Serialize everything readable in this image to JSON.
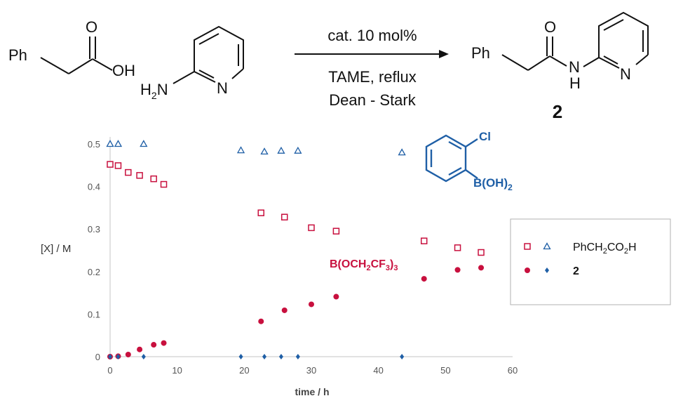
{
  "scheme": {
    "reactant1": {
      "ph": "Ph",
      "o": "O",
      "oh": "OH"
    },
    "reactant2": {
      "h": "H",
      "h_sub": "2",
      "n_amine": "N",
      "n_ring": "N"
    },
    "arrow": {
      "above": "cat. 10 mol%",
      "below1": "TAME, reflux",
      "below2": "Dean - Stark"
    },
    "product": {
      "ph": "Ph",
      "o": "O",
      "n": "N",
      "h": "H",
      "n_ring": "N",
      "label": "2"
    }
  },
  "chart_data": {
    "type": "scatter",
    "xlabel": "time / h",
    "ylabel": "[X] / M",
    "xlim": [
      0,
      60
    ],
    "ylim": [
      0,
      0.5
    ],
    "xticks": [
      "0",
      "10",
      "20",
      "30",
      "40",
      "50",
      "60"
    ],
    "yticks": [
      "0",
      "0.1",
      "0.2",
      "0.3",
      "0.4",
      "0.5"
    ],
    "legend_position": "right",
    "legend": {
      "row1": "PhCH2CO2H",
      "row2": "2"
    },
    "catalysts": {
      "boronic": {
        "cl": "Cl",
        "b": "B(OH)",
        "sub": "2",
        "color": "#1f5fa6"
      },
      "borate": {
        "t1": "B(OCH",
        "s1": "2",
        "t2": "CF",
        "s2": "3",
        "t3": ")",
        "s3": "3",
        "color": "#c8103e"
      }
    },
    "series": [
      {
        "catalyst": "boronic",
        "quantity": "acid",
        "marker": "triangle-open",
        "color": "#1f5fa6",
        "x": [
          0,
          1.2,
          5,
          19.5,
          23,
          25.5,
          28,
          43.5
        ],
        "y": [
          0.5,
          0.5,
          0.5,
          0.485,
          0.482,
          0.484,
          0.484,
          0.48
        ]
      },
      {
        "catalyst": "borate",
        "quantity": "acid",
        "marker": "square-open",
        "color": "#c8103e",
        "x": [
          0,
          1.2,
          2.7,
          4.4,
          6.5,
          8,
          22.5,
          26,
          30,
          33.7,
          46.8,
          51.8,
          55.3
        ],
        "y": [
          0.452,
          0.449,
          0.433,
          0.426,
          0.418,
          0.405,
          0.338,
          0.328,
          0.303,
          0.295,
          0.272,
          0.256,
          0.245
        ]
      },
      {
        "catalyst": "borate",
        "quantity": "2",
        "marker": "circle",
        "color": "#c8103e",
        "x": [
          0,
          1.2,
          2.7,
          4.4,
          6.5,
          8,
          22.5,
          26,
          30,
          33.7,
          46.8,
          51.8,
          55.3
        ],
        "y": [
          0,
          0.001,
          0.005,
          0.017,
          0.028,
          0.032,
          0.083,
          0.109,
          0.123,
          0.141,
          0.183,
          0.204,
          0.209
        ]
      },
      {
        "catalyst": "boronic",
        "quantity": "2",
        "marker": "diamond",
        "color": "#1f5fa6",
        "x": [
          0,
          1.2,
          5,
          19.5,
          23,
          25.5,
          28,
          43.5
        ],
        "y": [
          0,
          0,
          0,
          0,
          0,
          0,
          0,
          0
        ]
      }
    ]
  }
}
